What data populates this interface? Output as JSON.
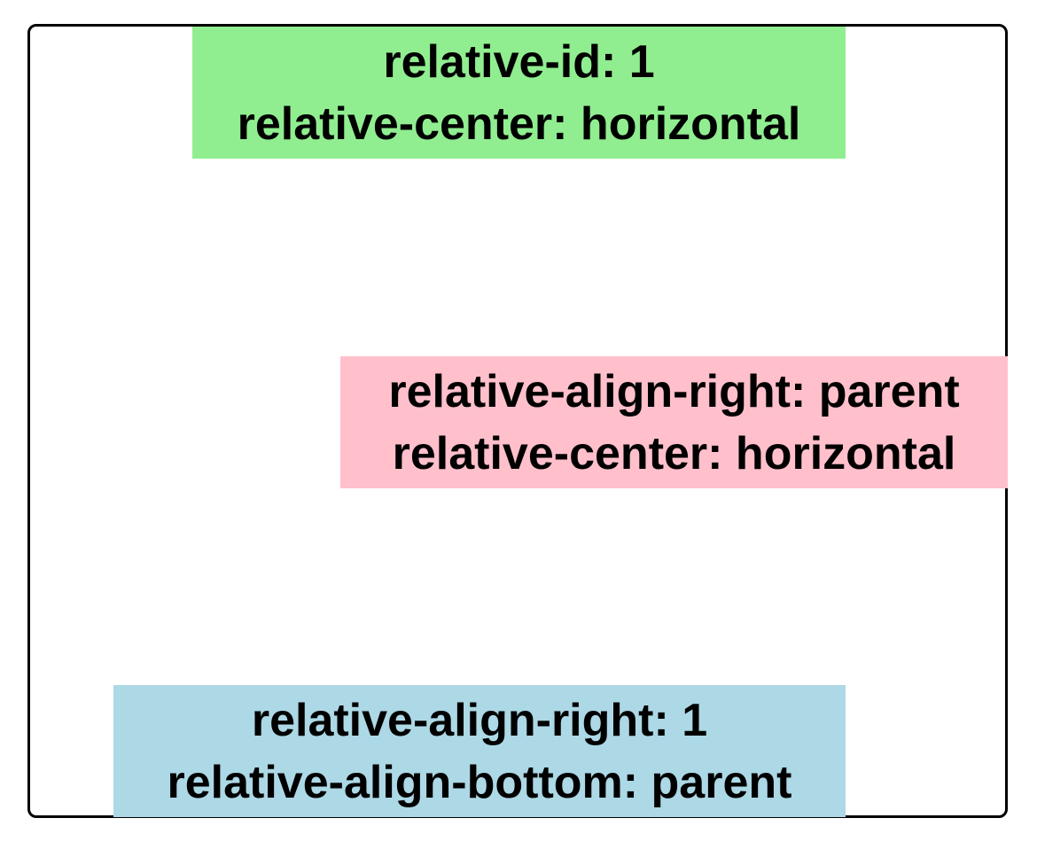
{
  "boxes": {
    "green": {
      "line1": "relative-id: 1",
      "line2": "relative-center: horizontal",
      "color": "#90EE90"
    },
    "pink": {
      "line1": "relative-align-right: parent",
      "line2": "relative-center: horizontal",
      "color": "#FFC0CB"
    },
    "blue": {
      "line1": "relative-align-right: 1",
      "line2": "relative-align-bottom: parent",
      "color": "#ADD8E6"
    }
  }
}
